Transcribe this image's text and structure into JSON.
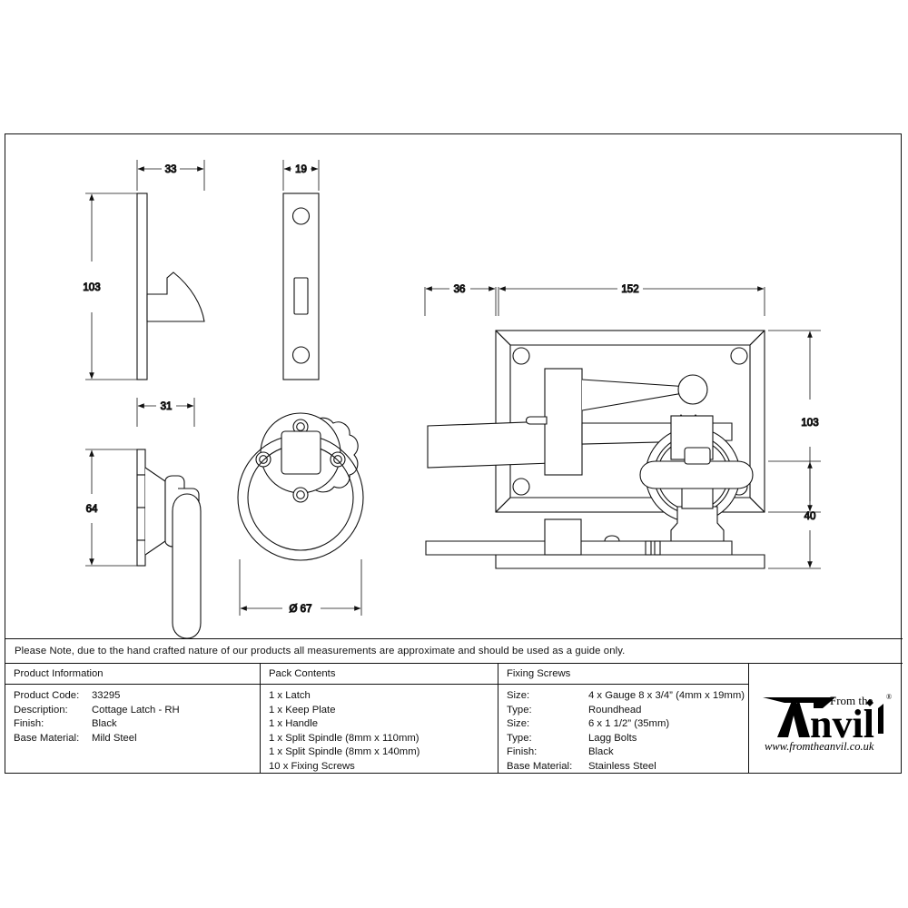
{
  "sheet": {
    "note": "Please Note, due to the hand crafted nature of our products all measurements are approximate and should be used as a guide only."
  },
  "dimensions": {
    "keep_plate_width": "33",
    "latch_plate_width": "19",
    "keep_plate_height": "103",
    "backset": "36",
    "plate_length": "152",
    "plate_height": "103",
    "rose_depth": "31",
    "rose_height": "64",
    "ring_diameter": "Ø 67",
    "handle_projection": "40"
  },
  "product_information": {
    "heading": "Product Information",
    "rows": [
      {
        "key": "Product Code:",
        "value": "33295"
      },
      {
        "key": "Description:",
        "value": "Cottage Latch - RH"
      },
      {
        "key": "Finish:",
        "value": "Black"
      },
      {
        "key": "Base Material:",
        "value": "Mild Steel"
      }
    ]
  },
  "pack_contents": {
    "heading": "Pack Contents",
    "items": [
      "1 x Latch",
      "1 x Keep Plate",
      "1 x Handle",
      "1 x Split Spindle (8mm x 110mm)",
      "1 x Split Spindle (8mm x 140mm)",
      "10 x Fixing Screws"
    ]
  },
  "fixing_screws": {
    "heading": "Fixing Screws",
    "rows": [
      {
        "key": "Size:",
        "value": "4 x Gauge 8 x 3/4” (4mm x 19mm)"
      },
      {
        "key": "Type:",
        "value": "Roundhead"
      },
      {
        "key": "Size:",
        "value": "6 x 1 1/2” (35mm)"
      },
      {
        "key": "Type:",
        "value": "Lagg Bolts"
      },
      {
        "key": "Finish:",
        "value": "Black"
      },
      {
        "key": "Base Material:",
        "value": "Stainless Steel"
      }
    ]
  },
  "logo": {
    "tagline": "From the",
    "brand": "Anvil",
    "registered": "®",
    "website": "www.fromtheanvil.co.uk"
  },
  "colors": {
    "line": "#111111",
    "background": "#ffffff",
    "logo": "#000000"
  }
}
